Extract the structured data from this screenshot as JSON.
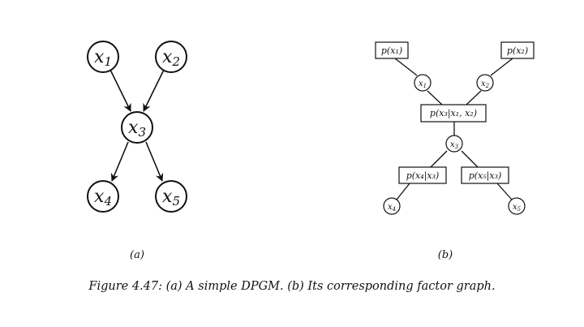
{
  "panel_a": {
    "label": "(a)",
    "nodes": {
      "x1": {
        "base": "x",
        "sub": "1"
      },
      "x2": {
        "base": "x",
        "sub": "2"
      },
      "x3": {
        "base": "x",
        "sub": "3"
      },
      "x4": {
        "base": "x",
        "sub": "4"
      },
      "x5": {
        "base": "x",
        "sub": "5"
      }
    },
    "edges": [
      [
        "x1",
        "x3"
      ],
      [
        "x2",
        "x3"
      ],
      [
        "x3",
        "x4"
      ],
      [
        "x3",
        "x5"
      ]
    ]
  },
  "panel_b": {
    "label": "(b)",
    "variables": {
      "x1": {
        "base": "x",
        "sub": "1"
      },
      "x2": {
        "base": "x",
        "sub": "2"
      },
      "x3": {
        "base": "x",
        "sub": "3"
      },
      "x4": {
        "base": "x",
        "sub": "4"
      },
      "x5": {
        "base": "x",
        "sub": "5"
      }
    },
    "factors": {
      "f1": "p(x₁)",
      "f2": "p(x₂)",
      "f3": "p(x₃|x₁, x₂)",
      "f4": "p(x₄|x₃)",
      "f5": "p(x₅|x₃)"
    },
    "edges": [
      [
        "f1",
        "x1"
      ],
      [
        "f2",
        "x2"
      ],
      [
        "x1",
        "f3"
      ],
      [
        "x2",
        "f3"
      ],
      [
        "f3",
        "x3"
      ],
      [
        "x3",
        "f4"
      ],
      [
        "x3",
        "f5"
      ],
      [
        "f4",
        "x4"
      ],
      [
        "f5",
        "x5"
      ]
    ]
  },
  "caption": "Figure 4.47: (a) A simple DPGM. (b) Its corresponding factor graph."
}
